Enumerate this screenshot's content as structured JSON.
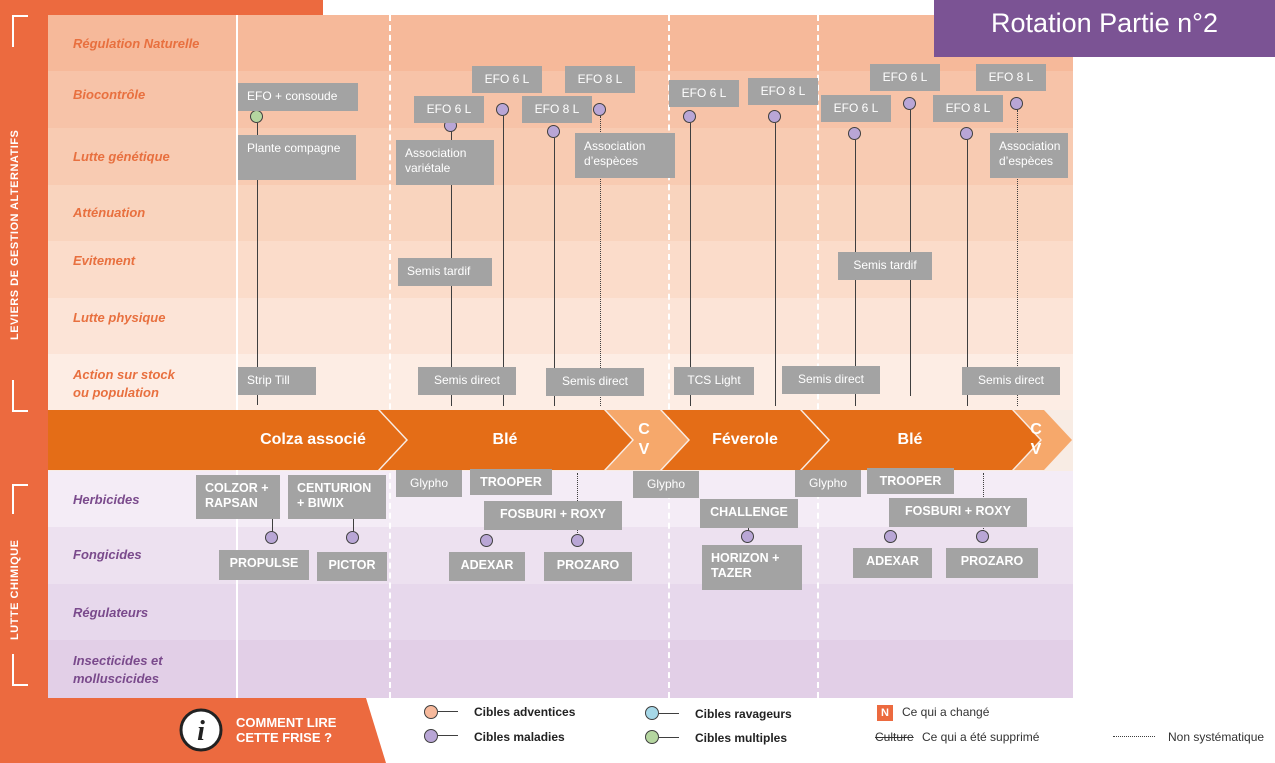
{
  "title": "Rotation Partie n°2",
  "side_labels": {
    "alternatifs": "LEVIERS DE GESTION ALTERNATIFS",
    "chimique": "LUTTE CHIMIQUE"
  },
  "rows_alt": [
    "Régulation Naturelle",
    "Biocontrôle",
    "Lutte génétique",
    "Atténuation",
    "Evitement",
    "Lutte physique",
    "Action sur stock ou population"
  ],
  "rows_chem": [
    "Herbicides",
    "Fongicides",
    "Régulateurs",
    "Insecticides et molluscicides"
  ],
  "crops": [
    "Colza associé",
    "Blé",
    "CV",
    "Féverole",
    "Blé",
    "CV"
  ],
  "boxes": {
    "efo_consoude": "EFO + consoude",
    "plante_compagne": "Plante compagne",
    "strip_till": "Strip Till",
    "efo6_a1": "EFO 6 L",
    "efo6_a2": "EFO 6 L",
    "efo8_a1": "EFO 8 L",
    "efo8_a2": "EFO 8 L",
    "asso_var": "Association variétale",
    "asso_esp_1": "Association d’espèces",
    "semis_tardif_1": "Semis tardif",
    "semis_direct_1": "Semis direct",
    "semis_direct_2": "Semis direct",
    "efo6_f": "EFO 6 L",
    "efo8_f": "EFO 8 L",
    "tcs_light": "TCS Light",
    "semis_direct_3": "Semis direct",
    "efo6_b1": "EFO 6 L",
    "efo6_b2": "EFO 6 L",
    "efo8_b1": "EFO 8 L",
    "efo8_b2": "EFO 8 L",
    "asso_esp_2": "Association d’espèces",
    "semis_tardif_2": "Semis tardif",
    "semis_direct_4": "Semis direct",
    "colzor": "COLZOR + RAPSAN",
    "centurion": "CENTURION + BIWIX",
    "propulse": "PROPULSE",
    "pictor": "PICTOR",
    "glypho_1": "Glypho",
    "trooper_1": "TROOPER",
    "fosburi_1": "FOSBURI + ROXY",
    "adexar_1": "ADEXAR",
    "prozaro_1": "PROZARO",
    "glypho_2": "Glypho",
    "challenge": "CHALLENGE",
    "horizon": "HORIZON + TAZER",
    "glypho_3": "Glypho",
    "trooper_2": "TROOPER",
    "fosburi_2": "FOSBURI + ROXY",
    "adexar_2": "ADEXAR",
    "prozaro_2": "PROZARO"
  },
  "help": "COMMENT LIRE CETTE FRISE ?",
  "legend": {
    "adventices": "Cibles adventices",
    "maladies": "Cibles maladies",
    "ravageurs": "Cibles ravageurs",
    "multiples": "Cibles multiples",
    "changed_badge": "N",
    "changed": "Ce qui a changé",
    "removed_word": "Culture",
    "removed": "Ce qui a été supprimé",
    "non_sys": "Non systématique"
  },
  "colors": {
    "accent": "#ec6a3f",
    "banner": "#e46d17",
    "banner_cv": "#f6a86b",
    "title_bg": "#7b5394",
    "box": "#a3a3a3"
  }
}
